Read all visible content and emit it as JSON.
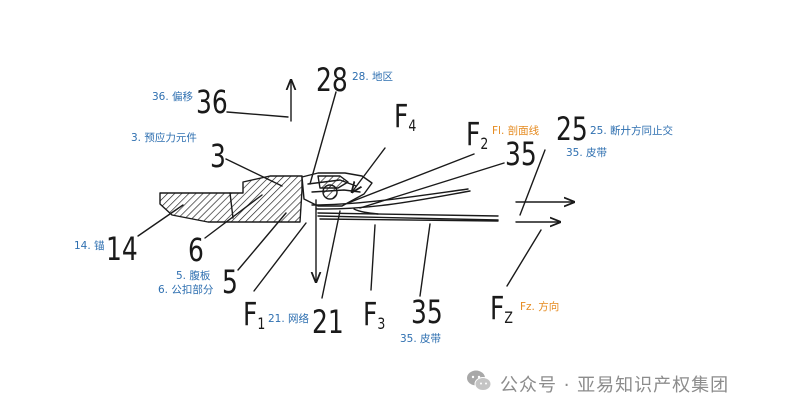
{
  "reference_numerals": {
    "n36": "36",
    "n28": "28",
    "n3": "3",
    "n35_top": "35",
    "n25": "25",
    "n14": "14",
    "n6": "6",
    "n5": "5",
    "n21": "21",
    "n35_bottom": "35"
  },
  "force_labels": {
    "f4": {
      "base": "F",
      "sub": "4"
    },
    "f2": {
      "base": "F",
      "sub": "2"
    },
    "f1": {
      "base": "F",
      "sub": "1"
    },
    "f3": {
      "base": "F",
      "sub": "3"
    },
    "fz": {
      "base": "F",
      "sub": "Z"
    }
  },
  "annotations": {
    "offset": "36. 偏移",
    "ground": "28. 地区",
    "prestress": "3. 预应力元件",
    "section_line": "Fl. 剖面线",
    "break_direction": "25. 断廾方同止交",
    "belt_top": "35. 皮带",
    "anchor": "14. 锚",
    "web_plate": "5. 腹板",
    "male_part": "6. 公扣部分",
    "network": "21. 网络",
    "belt_bottom": "35. 皮带",
    "fz_direction": "Fz. 方向"
  },
  "colors": {
    "annotation_blue": "#2e6fb0",
    "annotation_orange": "#e58a1f",
    "drawing_ink": "#1a1a1a",
    "watermark_gray": "#8c8c8c",
    "watermark_icon": "#a8a8a8"
  },
  "watermark": {
    "icon": "wechat-icon",
    "text": "公众号 · 亚易知识产权集团"
  }
}
